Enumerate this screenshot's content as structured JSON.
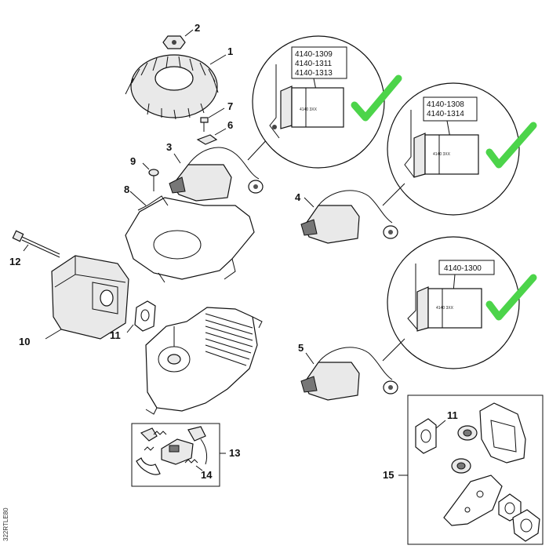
{
  "callouts": {
    "c1": "1",
    "c2": "2",
    "c3": "3",
    "c4": "4",
    "c5": "5",
    "c6": "6",
    "c7": "7",
    "c8": "8",
    "c9": "9",
    "c10": "10",
    "c11": "11",
    "c11b": "11",
    "c12": "12",
    "c13": "13",
    "c14": "14",
    "c15": "15"
  },
  "detail_top": {
    "pn1": "4140-1309",
    "pn2": "4140-1311",
    "pn3": "4140-1313",
    "stamp": "4140  3XX"
  },
  "detail_mid": {
    "pn1": "4140-1308",
    "pn2": "4140-1314",
    "stamp": "4140  3XX"
  },
  "detail_bot": {
    "pn1": "4140-1300",
    "stamp": "4140  3XX"
  },
  "side_code": "322RTLE80",
  "colors": {
    "checkmark": "#4cd44a",
    "line": "#111111"
  }
}
